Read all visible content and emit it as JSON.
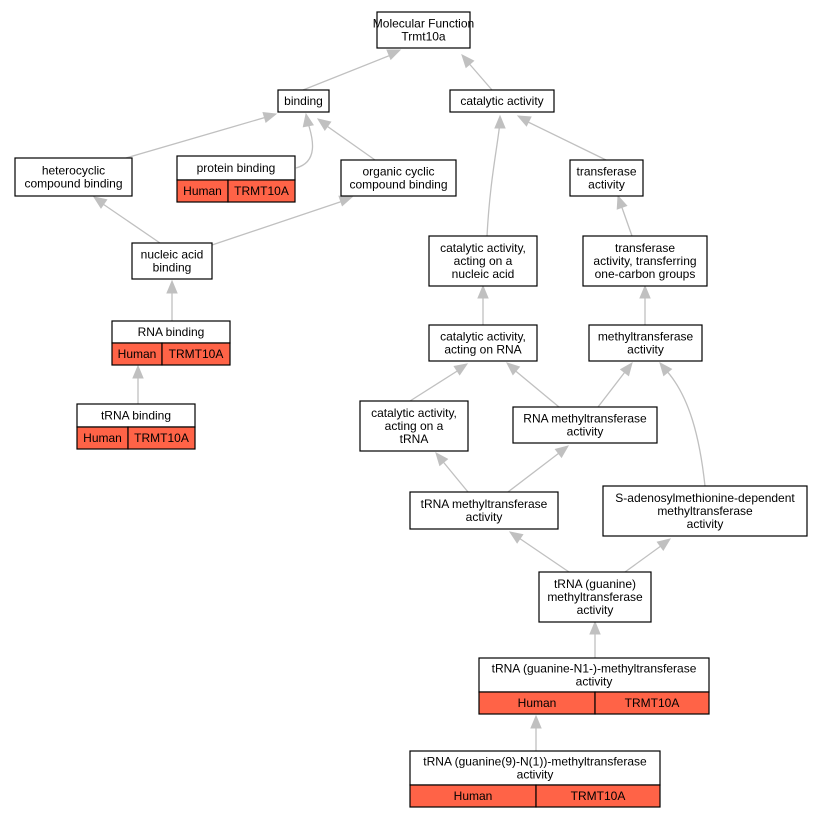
{
  "nodes": {
    "root": [
      "Molecular Function",
      "Trmt10a"
    ],
    "binding": [
      "binding"
    ],
    "catalytic": [
      "catalytic activity"
    ],
    "heterocyclic": [
      "heterocyclic",
      "compound binding"
    ],
    "protein_binding": [
      "protein binding"
    ],
    "organic_cyclic": [
      "organic cyclic",
      "compound binding"
    ],
    "transferase": [
      "transferase",
      "activity"
    ],
    "nucleic_acid_binding": [
      "nucleic acid",
      "binding"
    ],
    "cat_nucleic": [
      "catalytic activity,",
      "acting on a",
      "nucleic acid"
    ],
    "transferase_onecarbon": [
      "transferase",
      "activity, transferring",
      "one-carbon groups"
    ],
    "rna_binding": [
      "RNA binding"
    ],
    "cat_rna": [
      "catalytic activity,",
      "acting on RNA"
    ],
    "methyltransferase": [
      "methyltransferase",
      "activity"
    ],
    "cat_trna": [
      "catalytic activity,",
      "acting on a",
      "tRNA"
    ],
    "rna_methyltransferase": [
      "RNA methyltransferase",
      "activity"
    ],
    "trna_binding": [
      "tRNA binding"
    ],
    "trna_methyltransferase": [
      "tRNA methyltransferase",
      "activity"
    ],
    "sam_dependent": [
      "S-adenosylmethionine-dependent",
      "methyltransferase",
      "activity"
    ],
    "trna_guanine": [
      "tRNA (guanine)",
      "methyltransferase",
      "activity"
    ],
    "trna_guanine_n1": [
      "tRNA (guanine-N1-)-methyltransferase",
      "activity"
    ],
    "trna_guanine9_n1": [
      "tRNA (guanine(9)-N(1))-methyltransferase",
      "activity"
    ]
  },
  "annotation": {
    "species": "Human",
    "gene": "TRMT10A"
  },
  "colors": {
    "annotation_fill": "#ff6347",
    "edge": "#c0c0c0",
    "node_border": "#000000"
  }
}
